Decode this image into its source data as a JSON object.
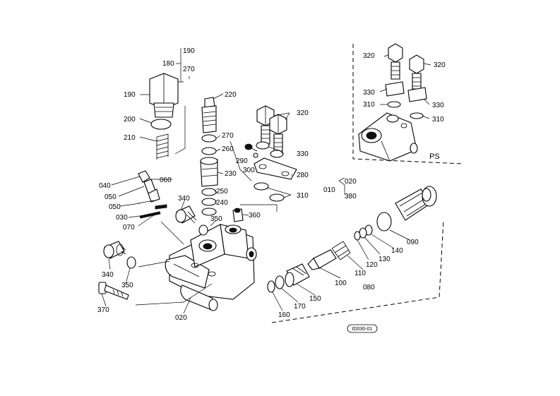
{
  "diagram": {
    "labels": {
      "l190a": "190",
      "l180": "180",
      "l270a": "270",
      "l190b": "190",
      "l200": "200",
      "l210": "210",
      "l220": "220",
      "l270b": "270",
      "l260": "260",
      "l230": "230",
      "l250": "250",
      "l240": "240",
      "l350a": "350",
      "l360": "360",
      "l290": "290",
      "l300": "300",
      "l280": "280",
      "l320a": "320",
      "l330a": "330",
      "l310a": "310",
      "l040": "040",
      "l060": "060",
      "l050a": "050",
      "l050b": "050",
      "l030": "030",
      "l070": "070",
      "l340a": "340",
      "l340b": "340",
      "l350b": "350",
      "l370": "370",
      "l020a": "020",
      "l010": "010",
      "l020b": "020",
      "l380": "380",
      "l090": "090",
      "l140": "140",
      "l130": "130",
      "l120": "120",
      "l110": "110",
      "l080": "080",
      "l100": "100",
      "l150": "150",
      "l170": "170",
      "l160": "160",
      "l320b": "320",
      "l320c": "320",
      "l330b": "330",
      "l330c": "330",
      "l310b": "310",
      "l310c": "310"
    },
    "inset_label": "PS",
    "drawing_code": "ID030-01"
  }
}
